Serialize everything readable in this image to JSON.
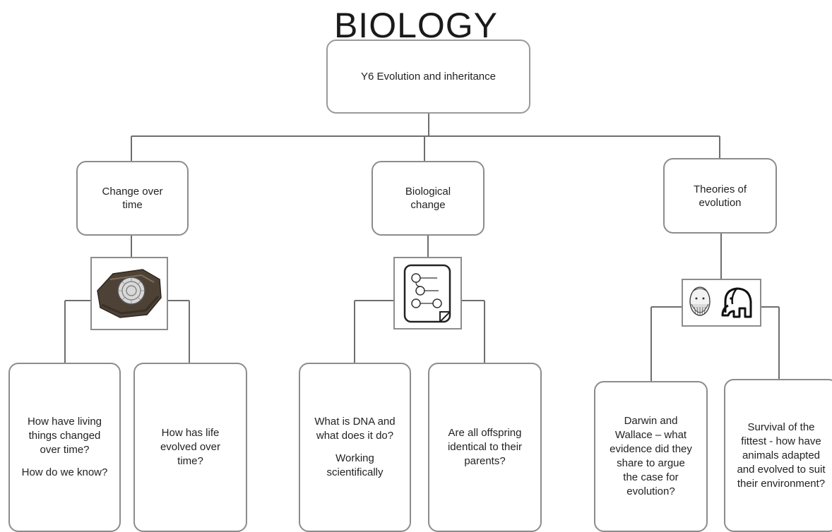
{
  "title": "BIOLOGY",
  "root": {
    "label": "Y6 Evolution and inheritance"
  },
  "branches": [
    {
      "label_lines": [
        "Change over",
        "time"
      ],
      "icon": "fossil-ammonite-icon",
      "leaves": [
        {
          "paragraphs": [
            "How have living things changed over time?",
            "How do we know?"
          ]
        },
        {
          "paragraphs": [
            "How has life evolved over time?"
          ]
        }
      ]
    },
    {
      "label_lines": [
        "Biological",
        "change"
      ],
      "icon": "flowchart-document-icon",
      "leaves": [
        {
          "paragraphs": [
            "What is DNA and what does it do?",
            "Working scientifically"
          ]
        },
        {
          "paragraphs": [
            "Are all offspring identical to their parents?"
          ]
        }
      ]
    },
    {
      "label_lines": [
        "Theories of",
        "evolution"
      ],
      "icon": "darwin-and-elephant-icon",
      "leaves": [
        {
          "paragraphs": [
            "Darwin and Wallace – what evidence did they share to argue the case for evolution?"
          ]
        },
        {
          "paragraphs": [
            "Survival of the fittest - how have animals adapted and evolved to suit their environment?"
          ]
        }
      ]
    }
  ],
  "colors": {
    "line": "#6e6e6e",
    "border": "#8c8c8c",
    "fossil": "#5a4c3e",
    "text": "#222222"
  }
}
